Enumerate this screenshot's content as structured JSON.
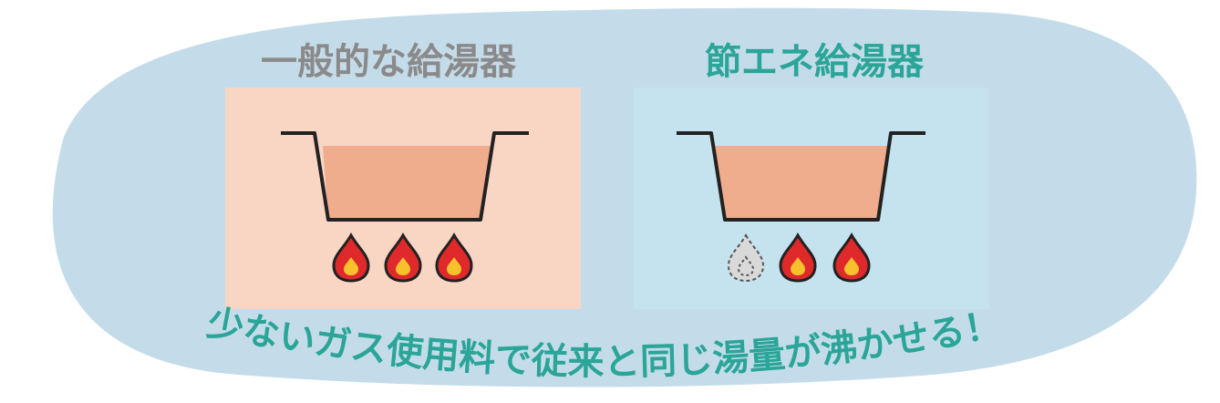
{
  "panels": {
    "standard": {
      "title": "一般的な給湯器",
      "burners": [
        "lit",
        "lit",
        "lit"
      ]
    },
    "eco": {
      "title": "節エネ給湯器",
      "burners": [
        "off",
        "lit",
        "lit"
      ]
    }
  },
  "tagline": "少ないガス使用料で従来と同じ湯量が沸かせる！",
  "colors": {
    "backdrop": "#c4dcea",
    "standard_title": "#8a8a8a",
    "eco_title": "#2aa598",
    "standard_panel": "#f9d6c4",
    "eco_panel": "#c4e3ee",
    "water": "#efad8e",
    "pot_outline": "#222222",
    "flame_outer": "#e0292b",
    "flame_inner": "#f6c12c",
    "flame_off": "#d9d9d9",
    "tagline": "#2aa598"
  }
}
